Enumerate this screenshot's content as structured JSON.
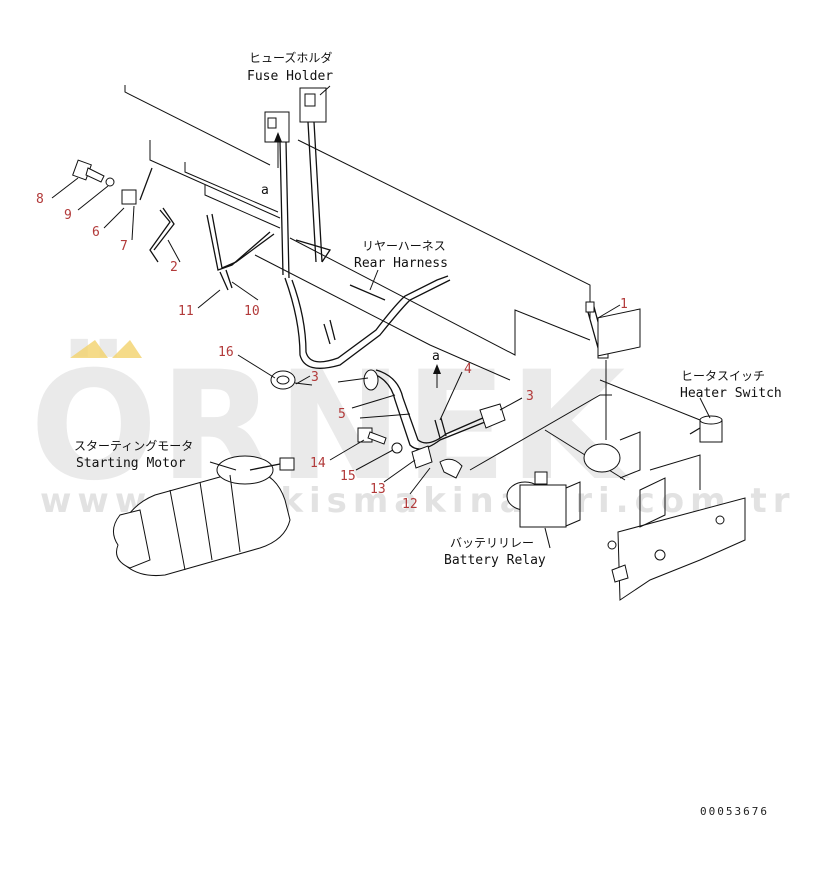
{
  "labels": {
    "fuse_holder_jp": "ヒューズホルダ",
    "fuse_holder_en": "Fuse Holder",
    "rear_harness_jp": "リヤーハーネス",
    "rear_harness_en": "Rear Harness",
    "heater_switch_jp": "ヒータスイッチ",
    "heater_switch_en": "Heater Switch",
    "starting_motor_jp": "スターティングモータ",
    "starting_motor_en": "Starting Motor",
    "battery_relay_jp": "バッテリリレー",
    "battery_relay_en": "Battery Relay",
    "view_a_top": "a",
    "view_a_mid": "a"
  },
  "part_numbers": {
    "p1": "1",
    "p2": "2",
    "p3a": "3",
    "p3b": "3",
    "p4": "4",
    "p5": "5",
    "p6": "6",
    "p7": "7",
    "p8": "8",
    "p9": "9",
    "p10": "10",
    "p11": "11",
    "p12": "12",
    "p13": "13",
    "p14": "14",
    "p15": "15",
    "p16": "16"
  },
  "drawing_code": "00053676",
  "watermark": {
    "brand": "ÖRNEK",
    "url": "www.ornekismakinalari.com.tr"
  }
}
